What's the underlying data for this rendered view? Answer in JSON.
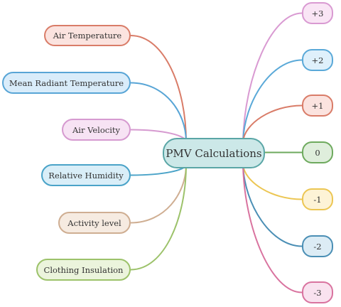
{
  "center": {
    "label": "PMV Calculations",
    "fill": "#cce8e8",
    "stroke": "#5aa6a6"
  },
  "inputs": [
    {
      "label": "Air Temperature",
      "fill": "#fbe3df",
      "stroke": "#d97c68"
    },
    {
      "label": "Mean Radiant Temperature",
      "fill": "#d9ecfa",
      "stroke": "#58a5d6"
    },
    {
      "label": "Air Velocity",
      "fill": "#f7e3f4",
      "stroke": "#d69ad0"
    },
    {
      "label": "Relative Humidity",
      "fill": "#d9eef8",
      "stroke": "#4aa3c8"
    },
    {
      "label": "Activity level",
      "fill": "#f6ebe1",
      "stroke": "#cfae92"
    },
    {
      "label": "Clothing Insulation",
      "fill": "#ebf4dc",
      "stroke": "#9cc26a"
    }
  ],
  "scale": [
    {
      "label": "+3",
      "fill": "#f9e5f5",
      "stroke": "#d99ad2"
    },
    {
      "label": "+2",
      "fill": "#dff0fb",
      "stroke": "#5aa9d8"
    },
    {
      "label": "+1",
      "fill": "#fbe3df",
      "stroke": "#d97c68"
    },
    {
      "label": "0",
      "fill": "#dfeedc",
      "stroke": "#6eaa5e"
    },
    {
      "label": "-1",
      "fill": "#fdf3d6",
      "stroke": "#ecc653"
    },
    {
      "label": "-2",
      "fill": "#dcecf5",
      "stroke": "#4b8fb5"
    },
    {
      "label": "-3",
      "fill": "#f9e2ef",
      "stroke": "#d9739f"
    }
  ]
}
